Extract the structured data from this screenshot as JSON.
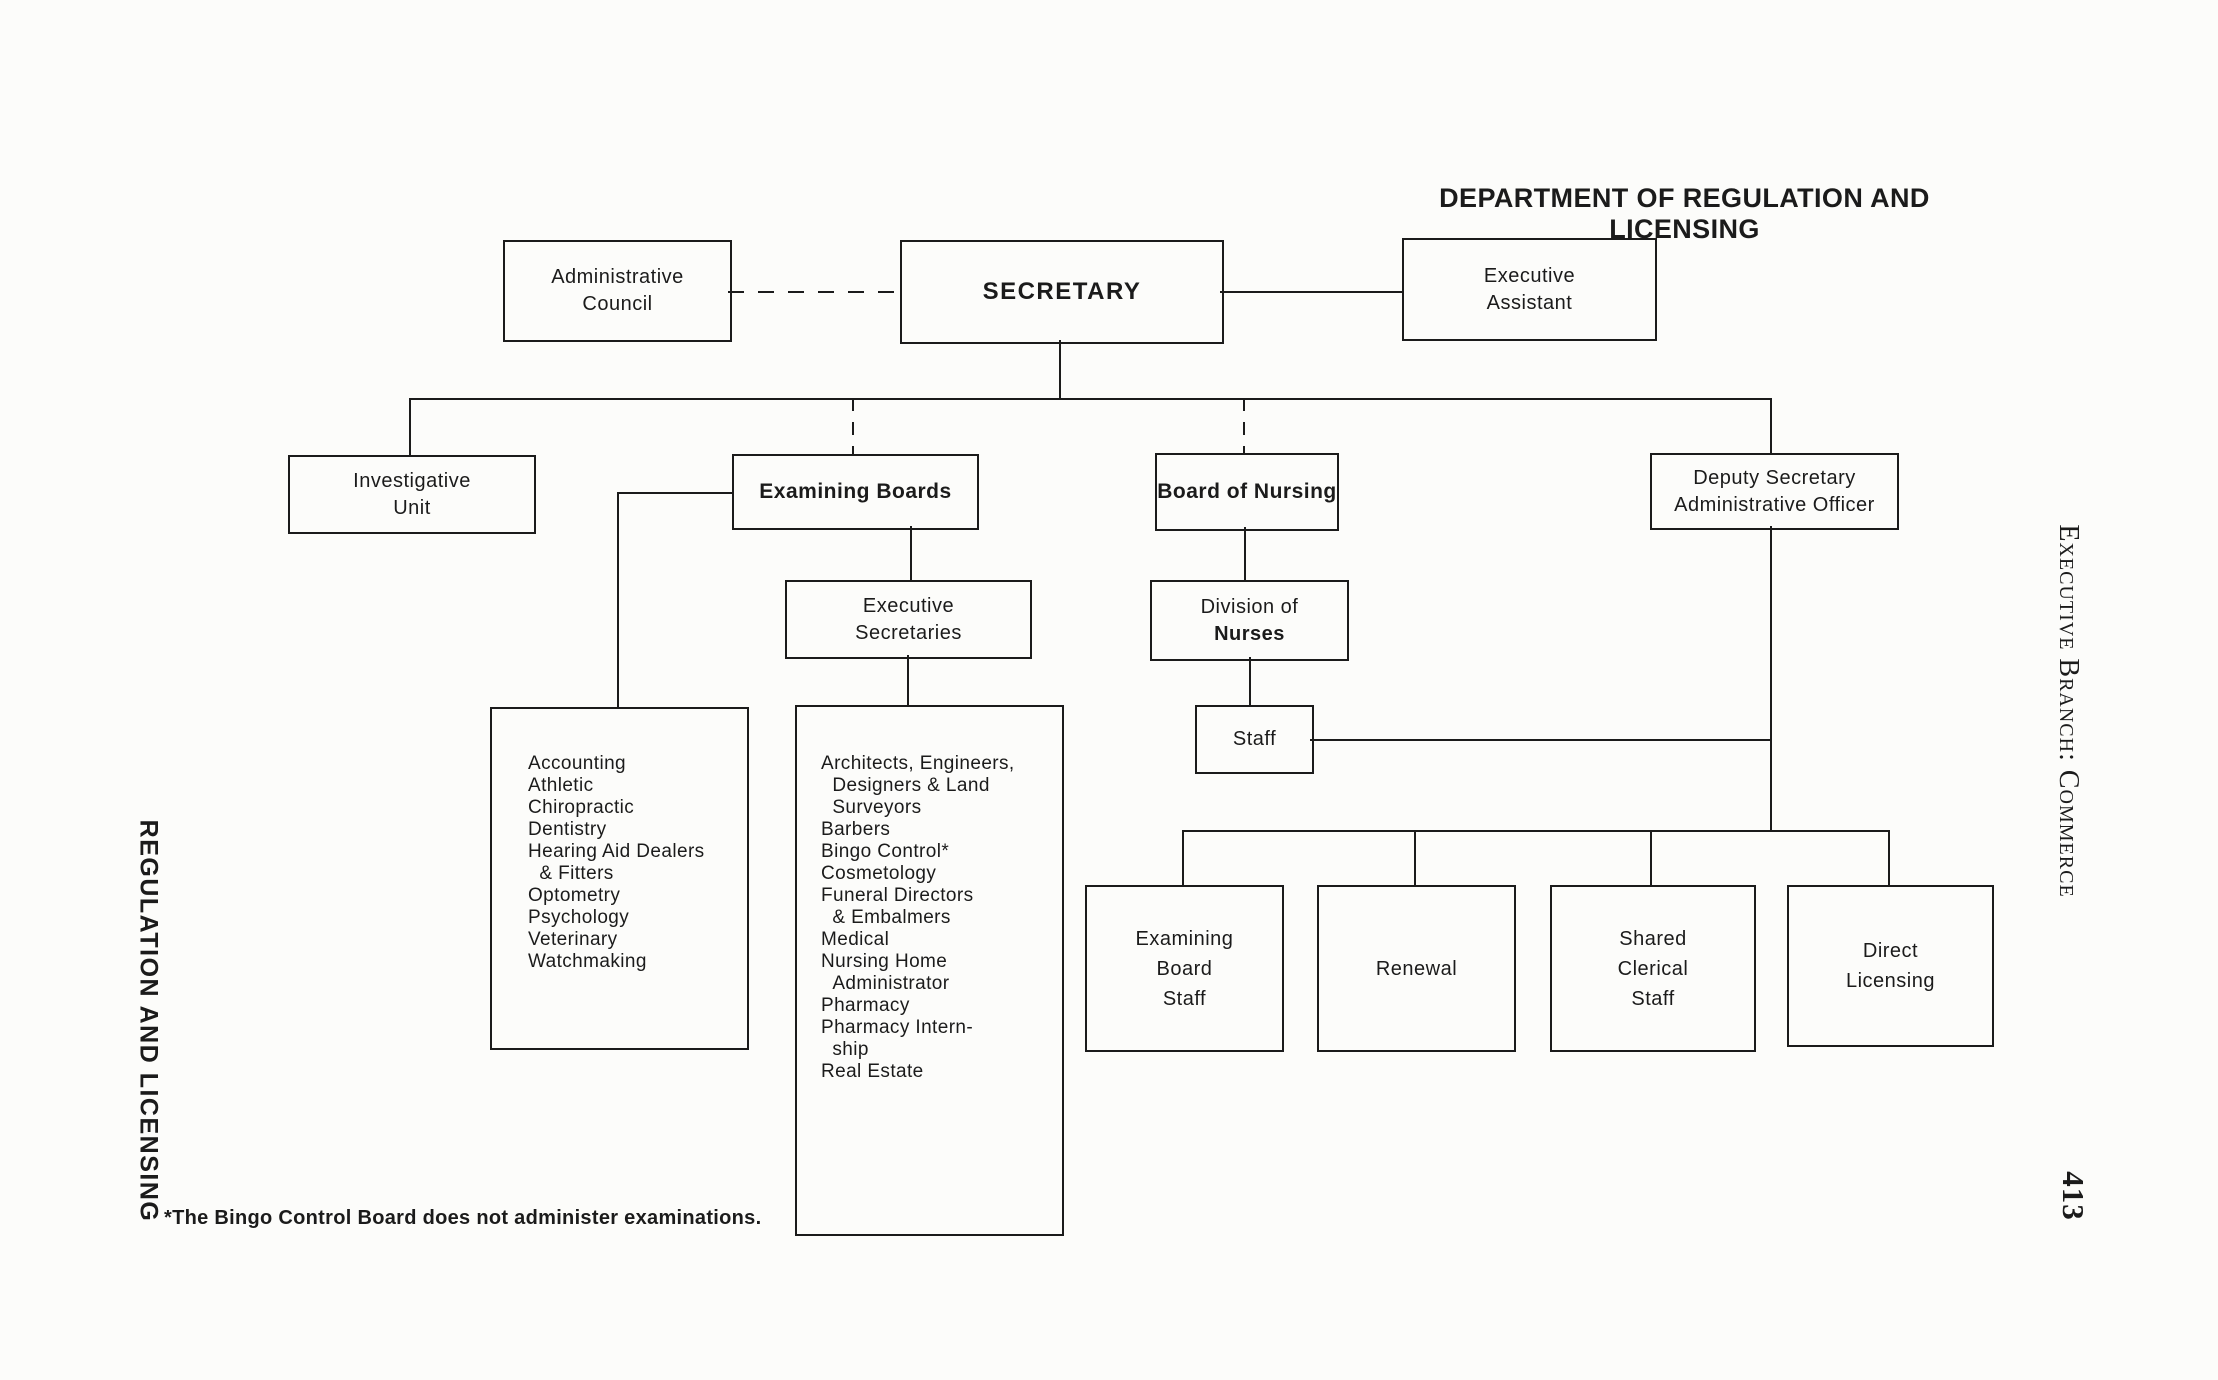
{
  "page": {
    "title": "DEPARTMENT OF REGULATION AND LICENSING",
    "footnote": "*The Bingo Control Board does not administer examinations.",
    "left_margin_text": "REGULATION AND LICENSING",
    "right_margin_text": "Executive Branch: Commerce",
    "page_number": "413"
  },
  "colors": {
    "ink": "#1b1b1b",
    "paper": "#fcfcfa"
  },
  "nodes": {
    "admin_council": "Administrative\nCouncil",
    "secretary": "SECRETARY",
    "exec_assistant": "Executive\nAssistant",
    "investigative_unit": "Investigative\nUnit",
    "examining_boards": "Examining Boards",
    "board_of_nursing": "Board of Nursing",
    "deputy_secretary": "Deputy Secretary\nAdministrative Officer",
    "exec_secretaries": "Executive\nSecretaries",
    "division_of_nurses_line1": "Division of",
    "division_of_nurses_line2": "Nurses",
    "staff": "Staff",
    "examining_board_staff": "Examining\nBoard\nStaff",
    "renewal": "Renewal",
    "shared_clerical_staff": "Shared\nClerical\nStaff",
    "direct_licensing": "Direct\nLicensing",
    "examining_boards_list": "Accounting\nAthletic\nChiropractic\nDentistry\nHearing Aid Dealers\n  & Fitters\nOptometry\nPsychology\nVeterinary\nWatchmaking",
    "executive_secretaries_list": "Architects, Engineers,\n  Designers & Land\n  Surveyors\nBarbers\nBingo Control*\nCosmetology\nFuneral Directors\n  & Embalmers\nMedical\nNursing Home\n  Administrator\nPharmacy\nPharmacy Intern-\n  ship\nReal Estate"
  }
}
